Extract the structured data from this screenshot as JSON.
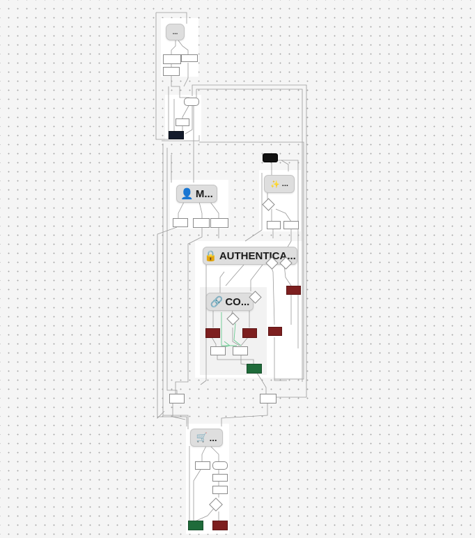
{
  "subgraphs": {
    "top": {
      "title": "...",
      "icon": ""
    },
    "profile": {
      "title": "M...",
      "icon": "👤",
      "icon_name": "user-silhouette-icon"
    },
    "onboarding": {
      "title": "...",
      "icon": "✨",
      "icon_name": "sparkles-icon"
    },
    "authentication": {
      "title": "AUTHENTICA...",
      "icon": "🔒",
      "icon_name": "padlock-icon"
    },
    "connect": {
      "title": "CO...",
      "icon": "🔗",
      "icon_name": "chain-link-icon"
    },
    "checkout": {
      "title": "...",
      "icon": "🛒",
      "icon_name": "shopping-cart-icon"
    }
  },
  "colors": {
    "canvas_background": "#f5f5f5",
    "cluster_background": "#ffffff",
    "title_chip": "#dedede",
    "error_node": "#7d1f1f",
    "success_node": "#1f6b3a",
    "start_node": "#121212",
    "edge": "#9a9a9a",
    "highlight_edge": "#67c98f"
  }
}
